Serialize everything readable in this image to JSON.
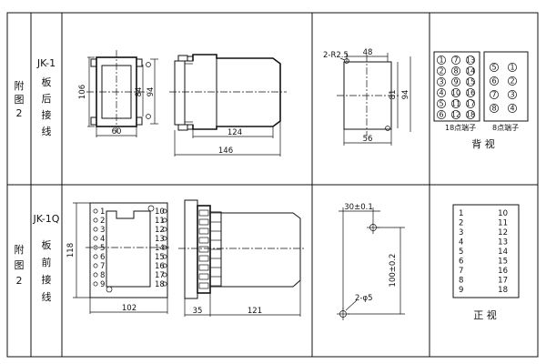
{
  "rows": [
    {
      "side_label": [
        "附",
        "图",
        "2"
      ],
      "model": "JK-1",
      "wiring": [
        "板",
        "后",
        "接",
        "线"
      ],
      "front_dims": {
        "width": "60",
        "height": "106",
        "inner_height": "84",
        "outer_height": "94"
      },
      "side_dims": {
        "depth": "124",
        "overall": "146"
      },
      "cutout_dims": {
        "hole": "2-R2.5",
        "top": "48",
        "width": "56",
        "inner": "81",
        "outer": "94"
      },
      "terminals_18": [
        "1",
        "2",
        "3",
        "4",
        "5",
        "6",
        "7",
        "8",
        "9",
        "10",
        "11",
        "12",
        "13",
        "14",
        "15",
        "16",
        "17",
        "18"
      ],
      "terminals_8": [
        "5",
        "1",
        "6",
        "2",
        "7",
        "3",
        "8",
        "4"
      ],
      "caption_18": "18点端子",
      "caption_8": "8点端子",
      "view_label": "背  视"
    },
    {
      "side_label": [
        "附",
        "图",
        "2"
      ],
      "model": "JK-1Q",
      "wiring": [
        "板",
        "前",
        "接",
        "线"
      ],
      "front_dims": {
        "width": "102",
        "height": "118"
      },
      "front_left_numbers": [
        "1",
        "2",
        "3",
        "4",
        "5",
        "6",
        "7",
        "8",
        "9"
      ],
      "front_right_numbers": [
        "10",
        "11",
        "12",
        "13",
        "14",
        "15",
        "16",
        "17",
        "18"
      ],
      "side_dims": {
        "front": "35",
        "depth": "121"
      },
      "cutout_dims": {
        "top": "30±0.1",
        "height": "100±0.2",
        "hole": "2-φ5"
      },
      "front_view_left": [
        "1",
        "2",
        "3",
        "4",
        "5",
        "6",
        "7",
        "8",
        "9"
      ],
      "front_view_right": [
        "10",
        "11",
        "12",
        "13",
        "14",
        "15",
        "16",
        "17",
        "18"
      ],
      "view_label": "正  视"
    }
  ]
}
